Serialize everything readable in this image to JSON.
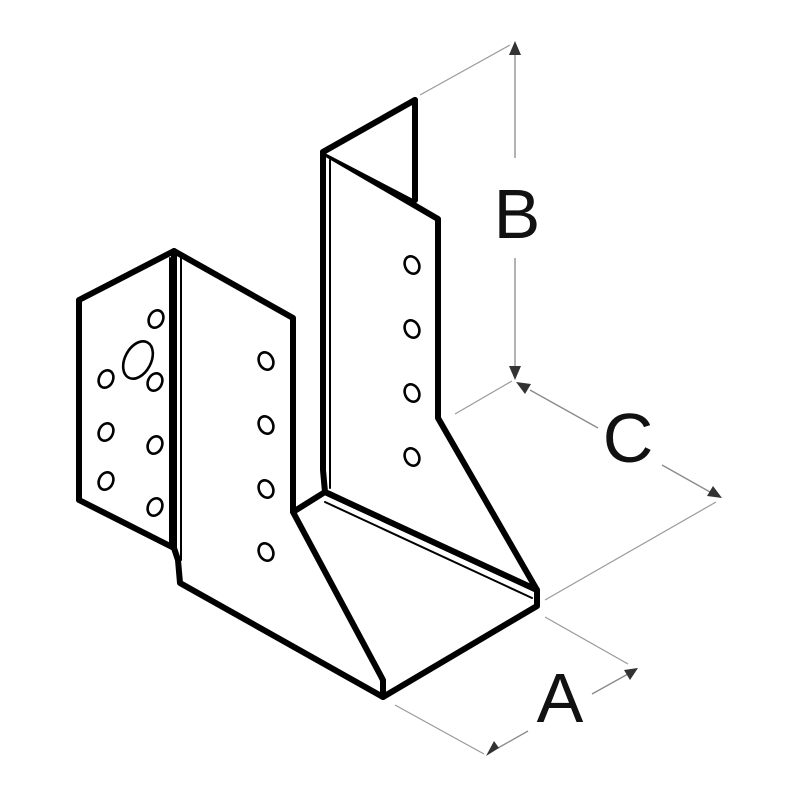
{
  "diagram": {
    "dimensions": {
      "a": {
        "label": "A"
      },
      "b": {
        "label": "B"
      },
      "c": {
        "label": "C"
      }
    },
    "colors": {
      "outline": "#000000",
      "dimension_line": "#8a8a8a",
      "arrowhead": "#333333",
      "label": "#111111",
      "background": "#ffffff"
    }
  }
}
